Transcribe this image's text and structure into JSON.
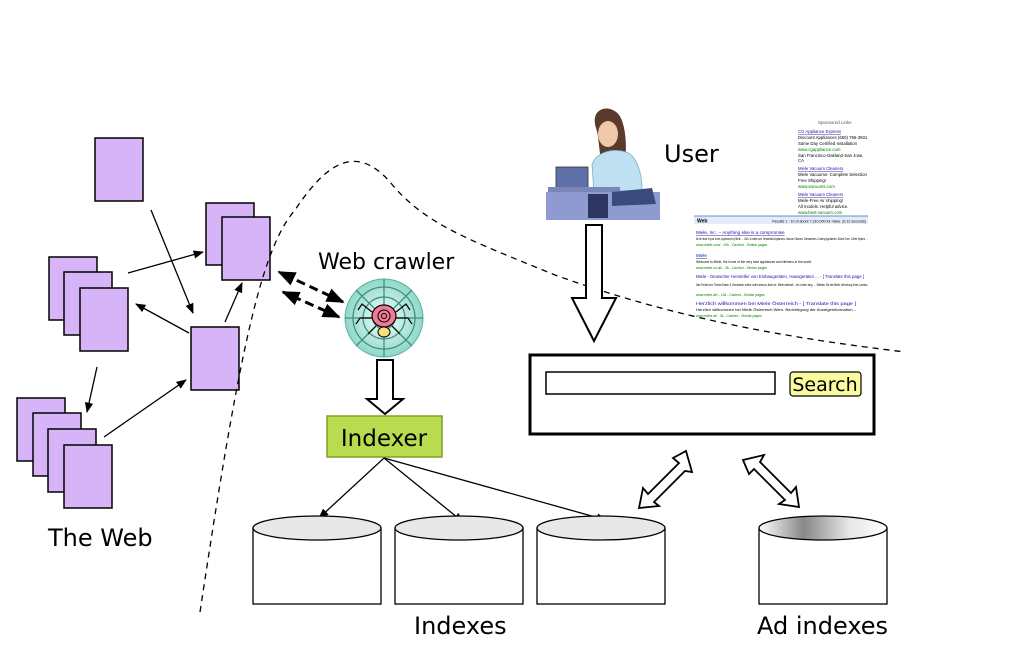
{
  "labels": {
    "the_web": "The Web",
    "web_crawler": "Web crawler",
    "indexer": "Indexer",
    "indexes": "Indexes",
    "ad_indexes": "Ad indexes",
    "user": "User",
    "search_button": "Search"
  },
  "search_box": {
    "value": ""
  },
  "sponsored_panel": {
    "title": "Sponsored Links",
    "lines": [
      "CG Appliance Express",
      "Discount Appliances (650) 756-3931",
      "Same Day Certified Installation",
      "www.cgappliance.com",
      "San Francisco-Oakland-San Jose,",
      "CA",
      "Miele Vacuum Cleaners",
      "Miele Vacuums- Complete Selection",
      "Free Shipping!",
      "www.vacuums.com",
      "Miele Vacuum Cleaners",
      "Miele-Free Air shipping!",
      "All models. Helpful advice.",
      "www.best-vacuum.com"
    ]
  },
  "results_panel": {
    "header_left": "Web",
    "header_right": "Results 1 - 10 of about 7,310,000 for miele. (0.12 seconds)",
    "results": [
      {
        "title": "Miele, Inc. -- Anything else is a compromise",
        "snippet": "At the heart of your home, Appliances by Miele. ... USA. to miele.com. Residential Appliances. Vacuum Cleaners. Dishwashers. Cooking Appliances. Steam Oven. Coffee System. ...",
        "url": "www.miele.com/ - 20k - Cached - Similar pages"
      },
      {
        "title": "Miele",
        "snippet": "Welcome to Miele, the home of the very best appliances and kitchens in the world.",
        "url": "www.miele.co.uk/ - 3k - Cached - Similar pages"
      },
      {
        "title": "Miele - Deutscher Hersteller von Einbaugeräten, Hausgeräten ... - [ Translate this page ]",
        "snippet": "Das Portal zum Thema Essen & Geniessen online unter www.zu-tisch.de. Miele weltweit ...ein Leben lang. ... Wählen Sie die Miele Vertretung Ihres Landes.",
        "url": "www.miele.de/ - 10k - Cached - Similar pages"
      },
      {
        "title": "Herzlich willkommen bei Miele Österreich - [ Translate this page ]",
        "snippet": "Herzlich willkommen bei Miele Österreich Wien. Berichtigung der Anzeigeinformation...",
        "url": "www.miele.at/ - 3k - Cached - Similar pages"
      }
    ]
  }
}
